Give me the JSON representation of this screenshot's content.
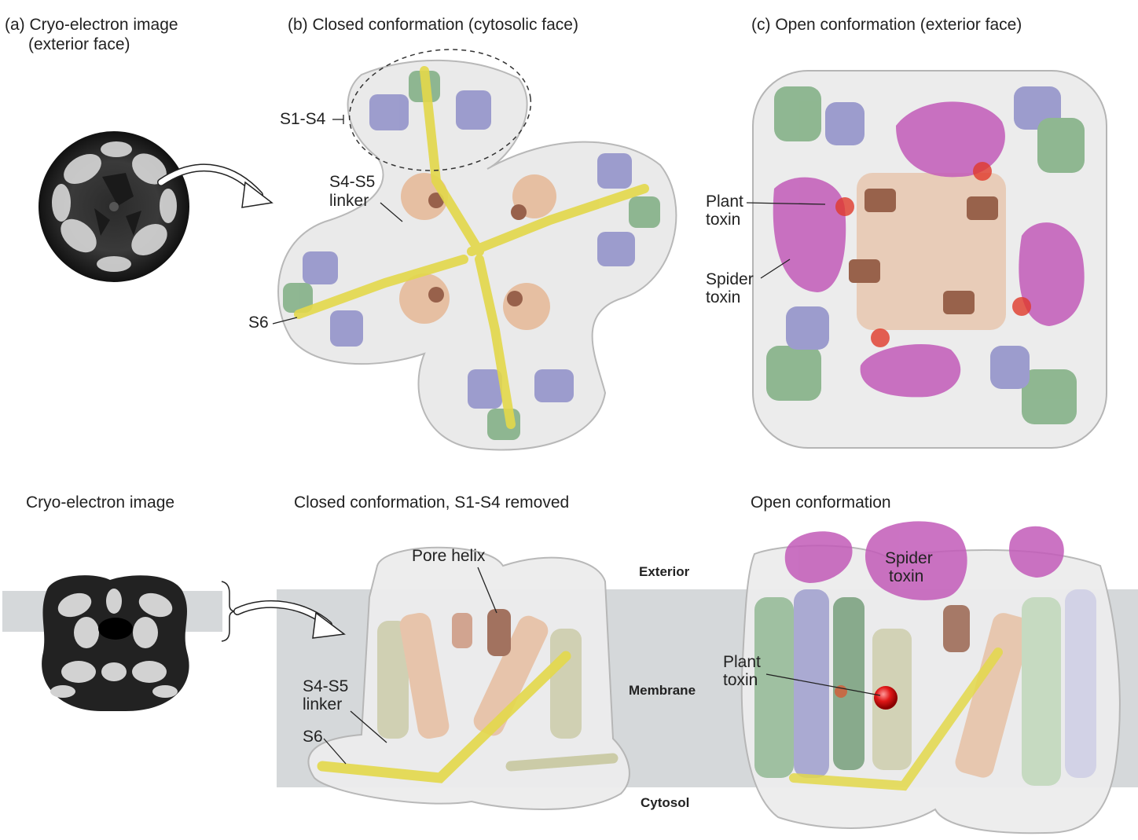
{
  "panels": {
    "a_title": "(a) Cryo-electron image",
    "a_subtitle": "(exterior face)",
    "b_title": "(b) Closed conformation (cytosolic face)",
    "c_title": "(c) Open conformation (exterior face)",
    "a2_title": "Cryo-electron image",
    "b2_title": "Closed conformation, S1-S4 removed",
    "c2_title": "Open conformation"
  },
  "labels": {
    "s1s4": "S1-S4",
    "s4s5_top_l1": "S4-S5",
    "s4s5_top_l2": "linker",
    "s6_top": "S6",
    "plant_top_l1": "Plant",
    "plant_top_l2": "toxin",
    "spider_top_l1": "Spider",
    "spider_top_l2": "toxin",
    "pore_helix": "Pore helix",
    "s4s5_bot_l1": "S4-S5",
    "s4s5_bot_l2": "linker",
    "s6_bot": "S6",
    "spider_bot_l1": "Spider",
    "spider_bot_l2": "toxin",
    "plant_bot_l1": "Plant",
    "plant_bot_l2": "toxin"
  },
  "regions": {
    "exterior": "Exterior",
    "membrane": "Membrane",
    "cytosol": "Cytosol"
  },
  "colors": {
    "membrane_band": "#d5d8da",
    "toxin_magenta": "#c25bb8",
    "helix_yellow": "#e8e06a",
    "helix_green": "#7fae82",
    "helix_blue": "#8f8fc8",
    "helix_peach": "#e6b896",
    "helix_brown": "#8a4a30",
    "plant_toxin_red": "#e02020"
  }
}
